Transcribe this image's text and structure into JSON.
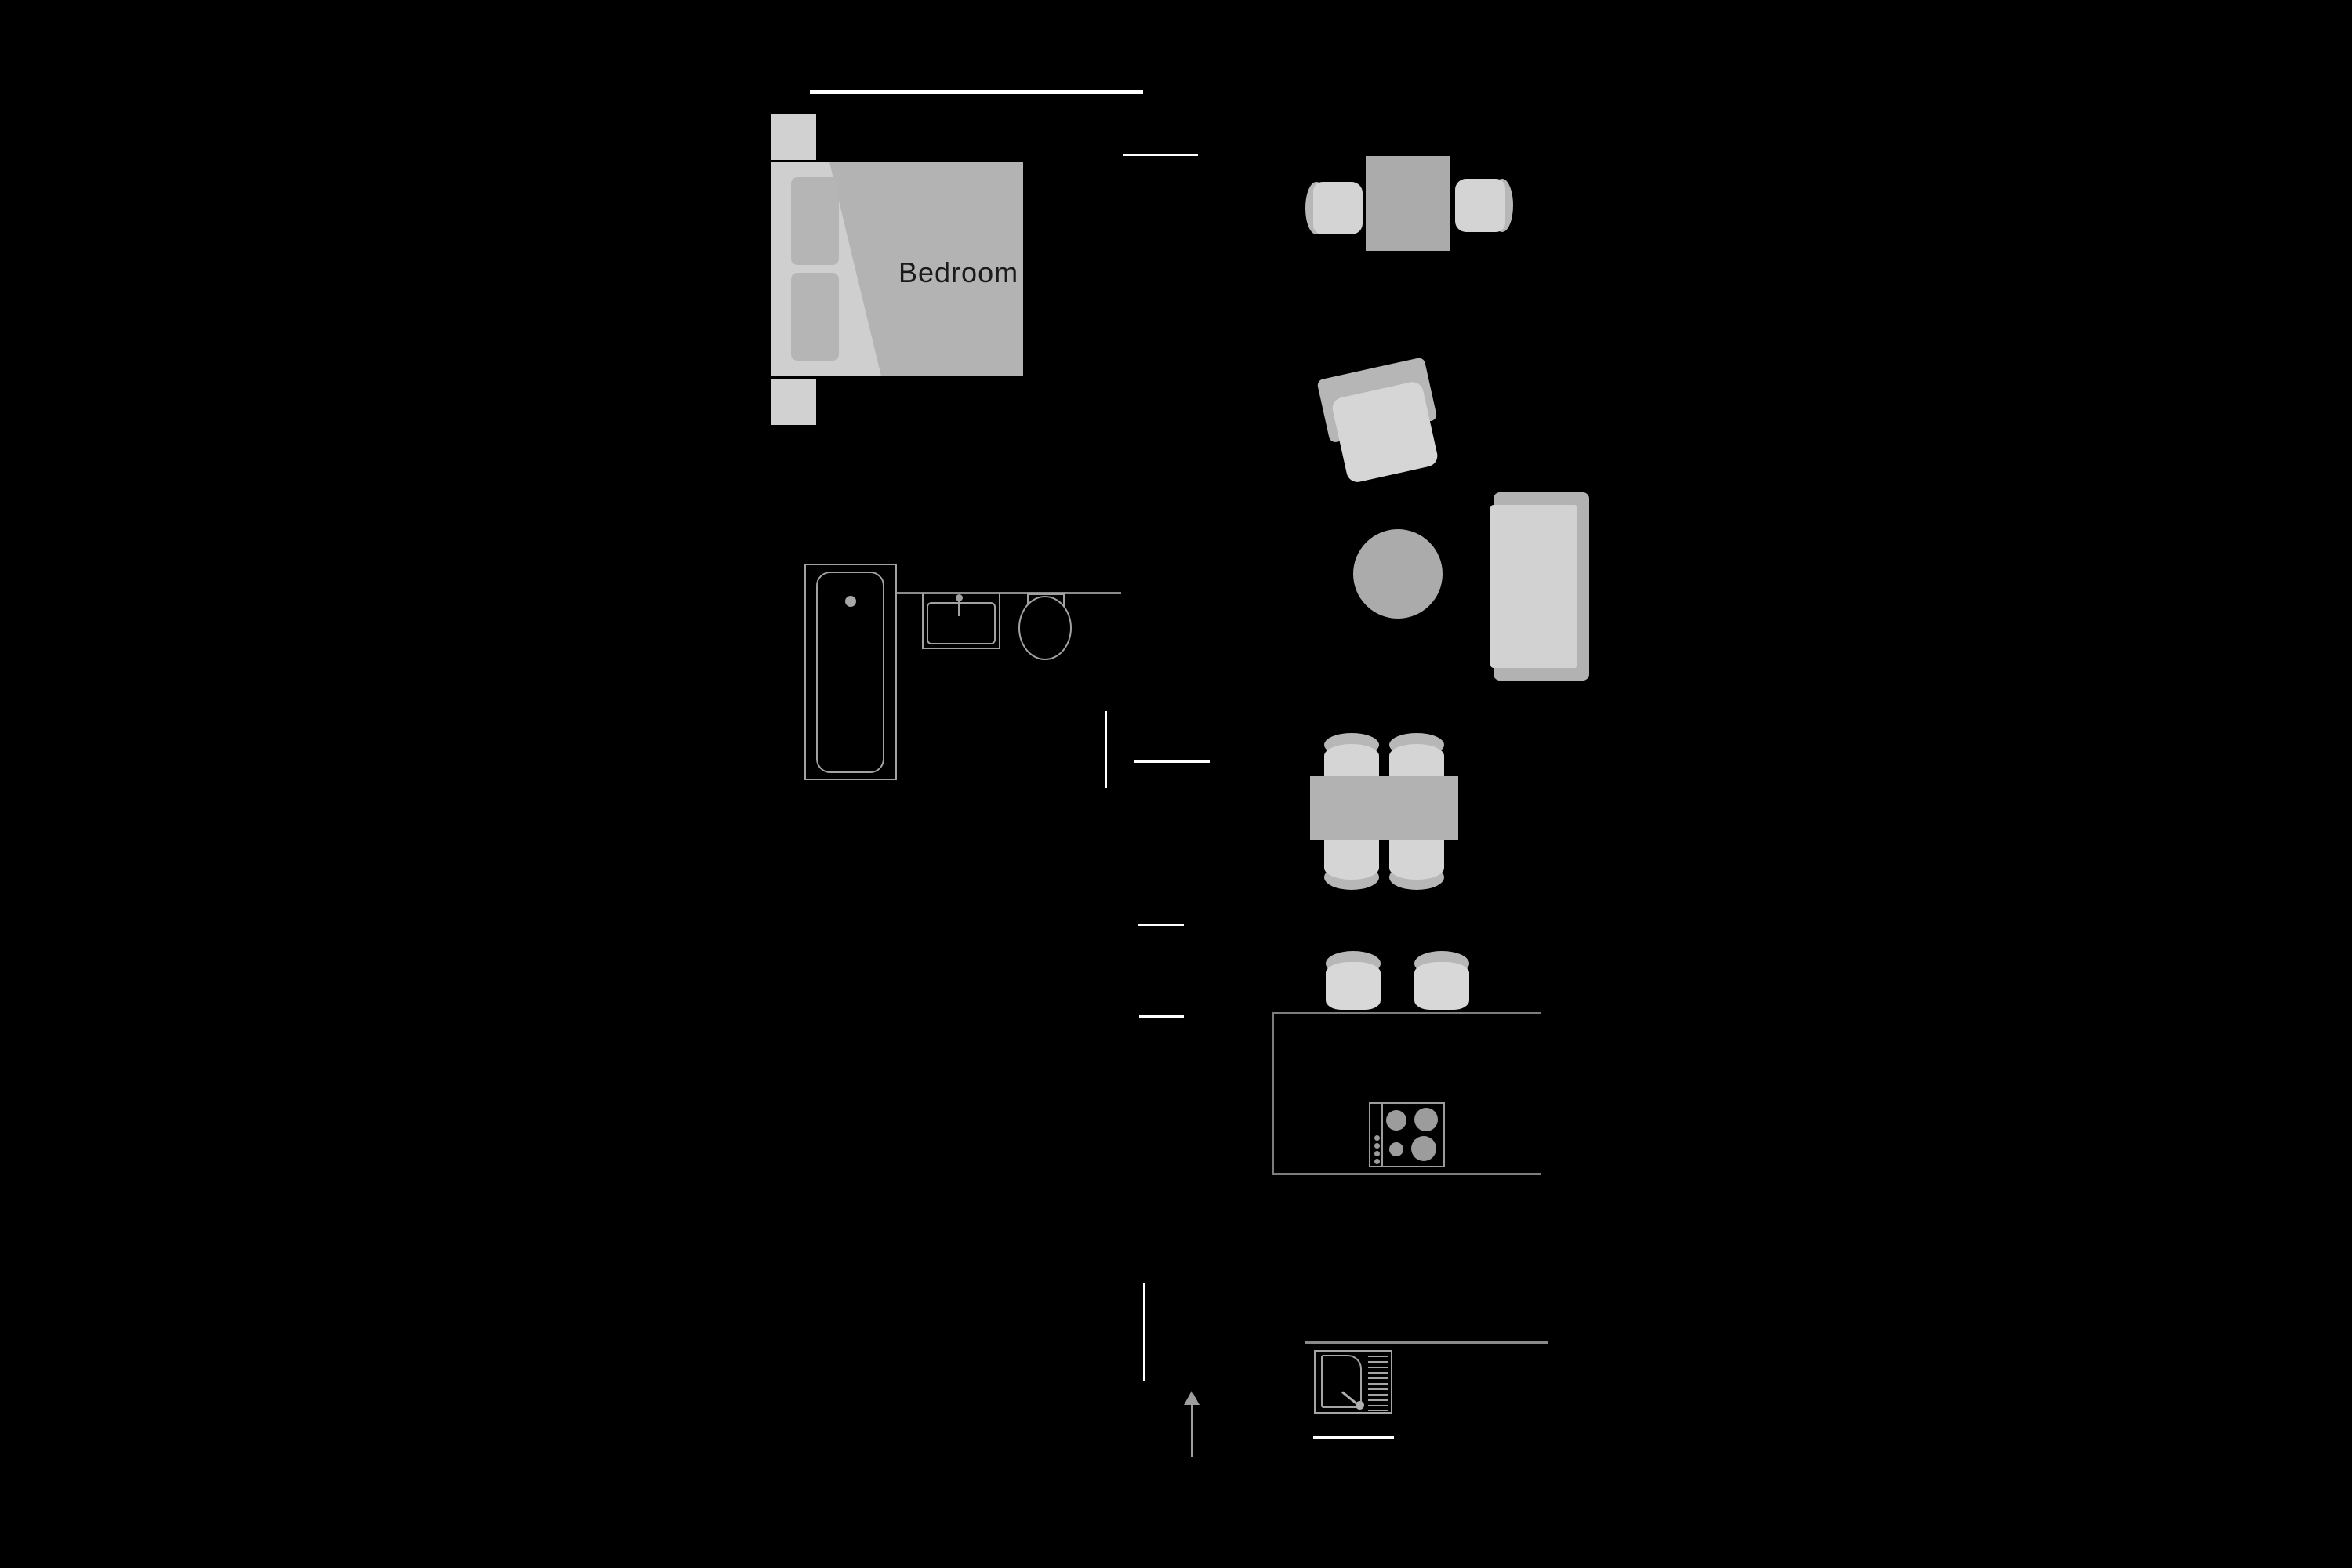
{
  "meta": {
    "type": "floor-plan",
    "background": "black"
  },
  "labels": {
    "bedroom": "Bedroom"
  },
  "colors": {
    "background": "#000000",
    "wall_white": "#ffffff",
    "wall_gray": "#8a8a8a",
    "island_outline": "#7d7d7d",
    "fixture_stroke": "#a2a2a2",
    "appliance_stroke": "#a5a5a5",
    "furniture_mid": "#b2b2b2",
    "furniture_light": "#d4d4d4",
    "furniture_cap": "#b7b7b7",
    "arrow": "#9e9e9e",
    "text": "#1a1a1a"
  },
  "furniture": [
    "double bed with two pillows",
    "two nightstands",
    "bistro table with two stools",
    "armchair",
    "round coffee table",
    "sofa",
    "bathtub",
    "sink vanity",
    "toilet",
    "dining table with four stools",
    "two bar stools",
    "kitchen island",
    "cooktop with four burners",
    "washer appliance",
    "entrance arrow"
  ]
}
